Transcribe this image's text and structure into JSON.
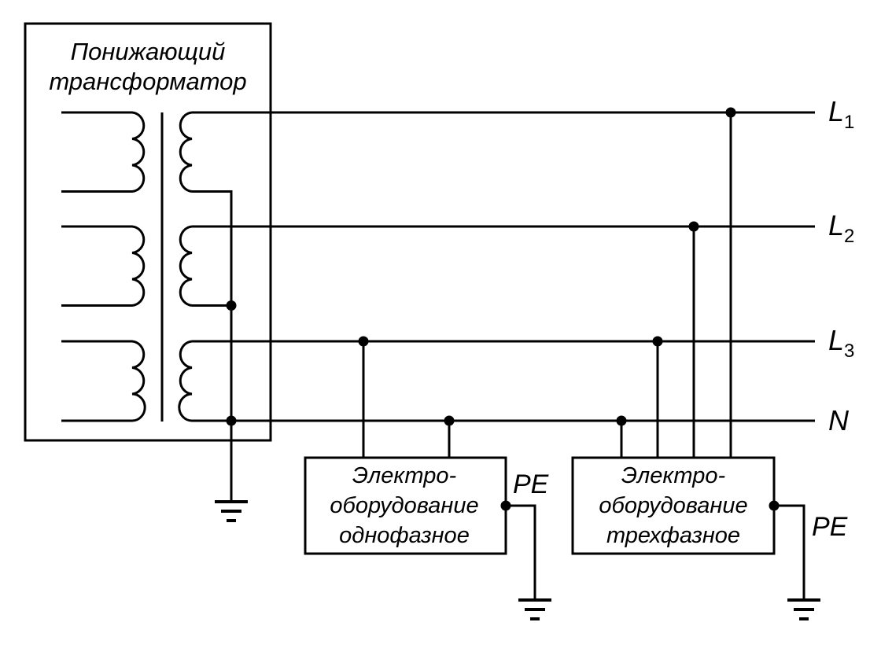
{
  "transformer": {
    "label_line1": "Понижающий",
    "label_line2": "трансформатор"
  },
  "lines": {
    "L1": {
      "letter": "L",
      "index": "1"
    },
    "L2": {
      "letter": "L",
      "index": "2"
    },
    "L3": {
      "letter": "L",
      "index": "3"
    },
    "N": {
      "letter": "N"
    }
  },
  "single_phase_equipment": {
    "line1": "Электро-",
    "line2": "оборудование",
    "line3": "однофазное",
    "pe_label": "PE"
  },
  "three_phase_equipment": {
    "line1": "Электро-",
    "line2": "оборудование",
    "line3": "трехфазное",
    "pe_label": "PE"
  }
}
